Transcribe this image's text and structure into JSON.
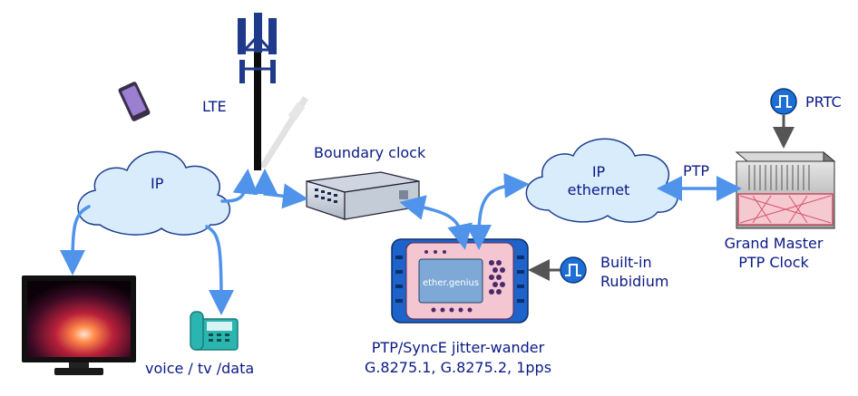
{
  "labels": {
    "lte": "LTE",
    "cloud_left": "IP",
    "cloud_right_line1": "IP",
    "cloud_right_line2": "ethernet",
    "boundary_clock": "Boundary clock",
    "ptp_link": "PTP",
    "prtc": "PRTC",
    "grand_master_line1": "Grand Master",
    "grand_master_line2": "PTP Clock",
    "rubidium_line1": "Built-in",
    "rubidium_line2": "Rubidium",
    "device_title_line1": "PTP/SyncE jitter-wander",
    "device_title_line2": "G.8275.1, G.8275.2, 1pps",
    "voice": "voice / tv /data",
    "device_screen": "ether.genius"
  },
  "colors": {
    "arrow": "#4f93ea",
    "text": "#0a1a86",
    "cloud_fill": "#d9ecfb",
    "cloud_stroke": "#1d3f8f",
    "tower": "#1f3a8a",
    "device_frame": "#1d63c9",
    "device_body": "#f3c6d2",
    "screen": "#7ea9d6",
    "clock_icon": "#1d6fd6"
  }
}
